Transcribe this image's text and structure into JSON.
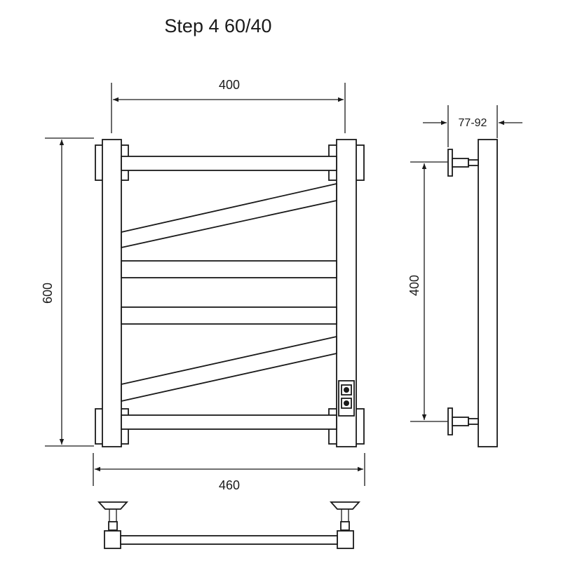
{
  "title": "Step 4 60/40",
  "dimensions": {
    "top_width": "400",
    "height": "600",
    "overall_width": "460",
    "wall_offset": "77-92",
    "connection_spacing": "400"
  }
}
